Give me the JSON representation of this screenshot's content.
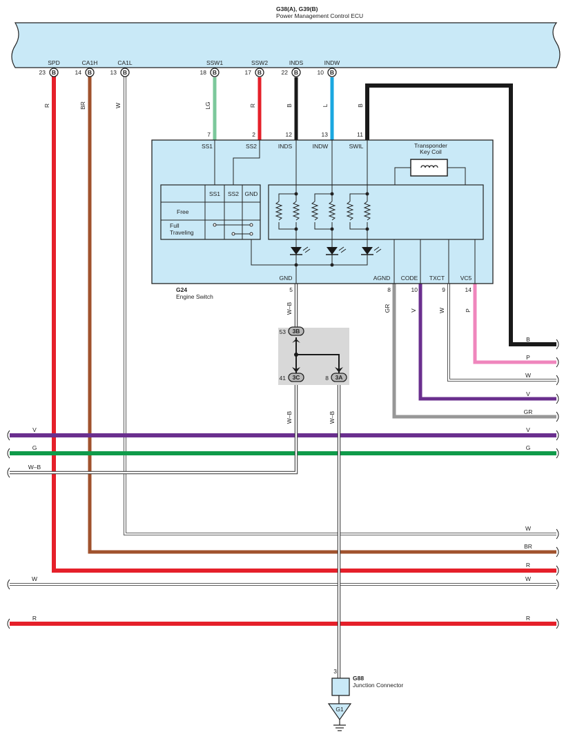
{
  "ecu": {
    "id": "G38(A), G39(B)",
    "name": "Power Management Control ECU",
    "pins": [
      {
        "num": "23",
        "conn": "B",
        "label": "SPD",
        "wire": "R"
      },
      {
        "num": "14",
        "conn": "B",
        "label": "CA1H",
        "wire": "BR"
      },
      {
        "num": "13",
        "conn": "B",
        "label": "CA1L",
        "wire": "W"
      },
      {
        "num": "18",
        "conn": "B",
        "label": "SSW1",
        "wire": "LG"
      },
      {
        "num": "17",
        "conn": "B",
        "label": "SSW2",
        "wire": "R"
      },
      {
        "num": "22",
        "conn": "B",
        "label": "INDS",
        "wire": "B"
      },
      {
        "num": "10",
        "conn": "B",
        "label": "INDW",
        "wire": "L"
      },
      {
        "num": "",
        "conn": "",
        "label": "",
        "wire": "B"
      }
    ]
  },
  "engine_switch": {
    "id": "G24",
    "name": "Engine Switch",
    "top_pins": [
      {
        "num": "7",
        "label": "SS1"
      },
      {
        "num": "2",
        "label": "SS2"
      },
      {
        "num": "12",
        "label": "INDS"
      },
      {
        "num": "13",
        "label": "INDW"
      },
      {
        "num": "11",
        "label": "SWIL"
      }
    ],
    "bottom_pins": [
      {
        "num": "5",
        "label": "GND",
        "wire": "W–B"
      },
      {
        "num": "8",
        "label": "AGND",
        "wire": "GR"
      },
      {
        "num": "10",
        "label": "CODE",
        "wire": "V"
      },
      {
        "num": "9",
        "label": "TXCT",
        "wire": "W"
      },
      {
        "num": "14",
        "label": "VC5",
        "wire": "P"
      }
    ],
    "transponder_line1": "Transponder",
    "transponder_line2": "Key Coil",
    "table": {
      "headers": [
        "SS1",
        "SS2",
        "GND"
      ],
      "row1": "Free",
      "row2_line1": "Full",
      "row2_line2": "Traveling"
    }
  },
  "junction_block": {
    "top": {
      "num": "53",
      "conn": "3B"
    },
    "left": {
      "num": "41",
      "conn": "3C",
      "wire": "W–B"
    },
    "right": {
      "num": "8",
      "conn": "3A",
      "wire": "W–B"
    }
  },
  "junction_connector": {
    "id": "G88",
    "name": "Junction Connector",
    "pin": "3"
  },
  "ground": {
    "label": "G1"
  },
  "right_wires": [
    "B",
    "P",
    "W",
    "V",
    "GR"
  ],
  "bus_wires": {
    "v": {
      "left": "V",
      "right": "V"
    },
    "g": {
      "left": "G",
      "right": "G"
    },
    "wb": {
      "left": "W–B"
    },
    "w_ca1l": {
      "right": "W"
    },
    "br": {
      "right": "BR"
    },
    "r_spd": {
      "right": "R"
    },
    "w_bus": {
      "left": "W",
      "right": "W"
    },
    "r_bus": {
      "left": "R",
      "right": "R"
    }
  },
  "colors": {
    "red": "#e5202a",
    "brown": "#a0522d",
    "white": "#ffffff",
    "light_green": "#7cc89b",
    "black": "#1a1a1a",
    "blue": "#1aa7e0",
    "gray": "#979797",
    "violet": "#6a2f8e",
    "pink": "#ef86bd",
    "green": "#0f9b4a",
    "panel": "#c9e9f7",
    "block": "#d8d8d8"
  }
}
